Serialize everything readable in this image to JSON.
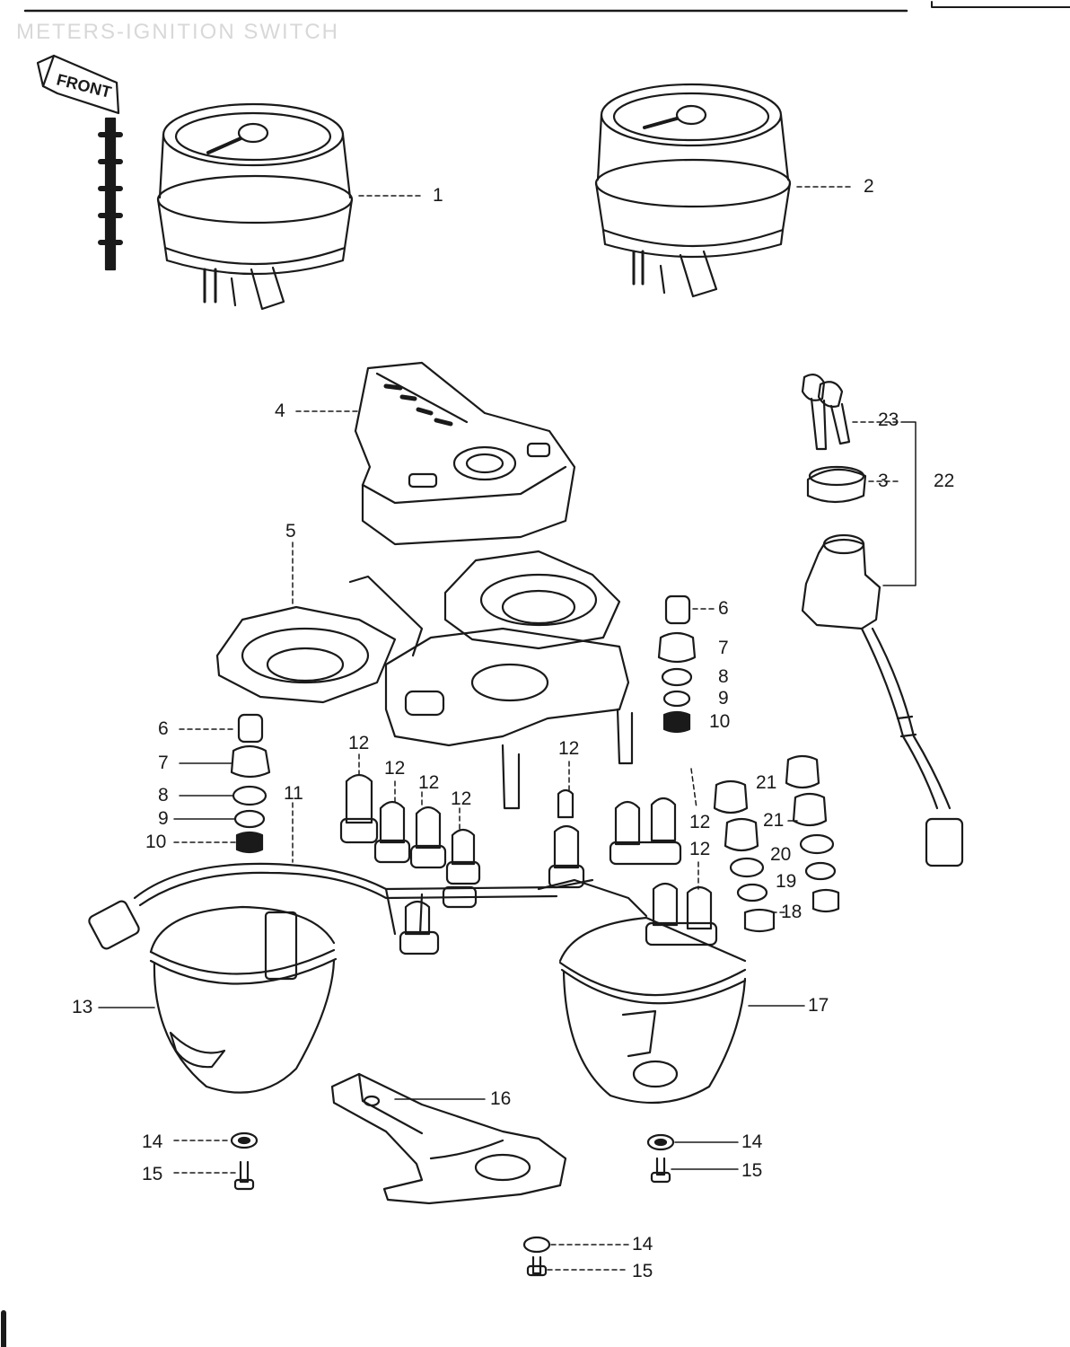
{
  "header": {
    "title": "METERS-IGNITION SWITCH"
  },
  "front_marker": {
    "label": "FRONT",
    "icon": "front-arrow-icon"
  },
  "callouts": {
    "c1": "1",
    "c2": "2",
    "c3": "3",
    "c4": "4",
    "c5": "5",
    "c6a": "6",
    "c6b": "6",
    "c7a": "7",
    "c7b": "7",
    "c8a": "8",
    "c8b": "8",
    "c9a": "9",
    "c9b": "9",
    "c10a": "10",
    "c10b": "10",
    "c11": "11",
    "c12a": "12",
    "c12b": "12",
    "c12c": "12",
    "c12d": "12",
    "c12e": "12",
    "c12f": "12",
    "c12g": "12",
    "c13": "13",
    "c14a": "14",
    "c14b": "14",
    "c14c": "14",
    "c15a": "15",
    "c15b": "15",
    "c15c": "15",
    "c16": "16",
    "c17": "17",
    "c18": "18",
    "c19": "19",
    "c20": "20",
    "c21a": "21",
    "c21b": "21",
    "c22": "22",
    "c23": "23"
  },
  "colors": {
    "ink": "#1a1a1a",
    "paper": "#ffffff",
    "faint": "#d8d8d8"
  }
}
